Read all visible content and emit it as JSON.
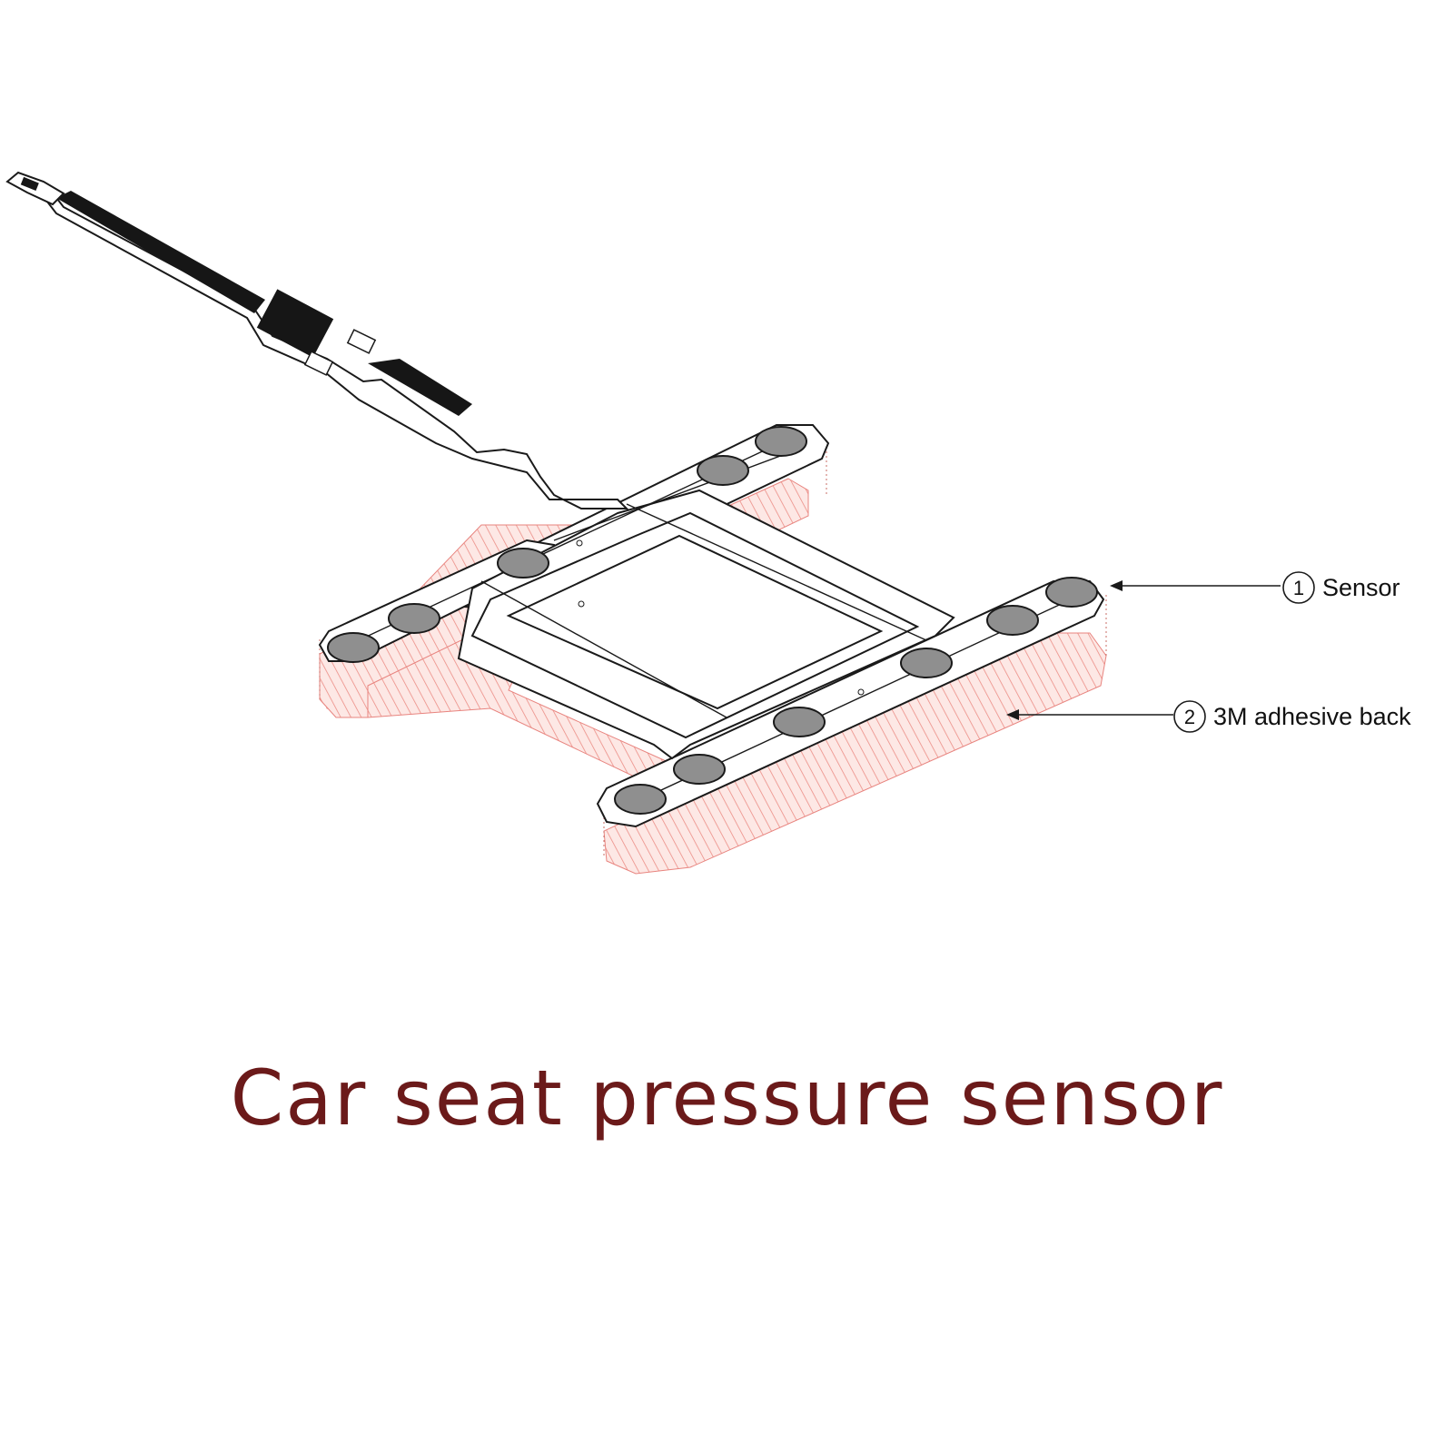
{
  "diagram": {
    "title": "Car seat pressure sensor",
    "callouts": [
      {
        "number": "1",
        "label": "Sensor"
      },
      {
        "number": "2",
        "label": "3M adhesive back"
      }
    ]
  },
  "colors": {
    "title": "#6b1a1a",
    "adhesive": "#e8847f",
    "adhesive_fill": "#fde5e2",
    "outline": "#1a1a1a",
    "sensor_pad": "#8f8f8f",
    "tail": "#161616"
  }
}
